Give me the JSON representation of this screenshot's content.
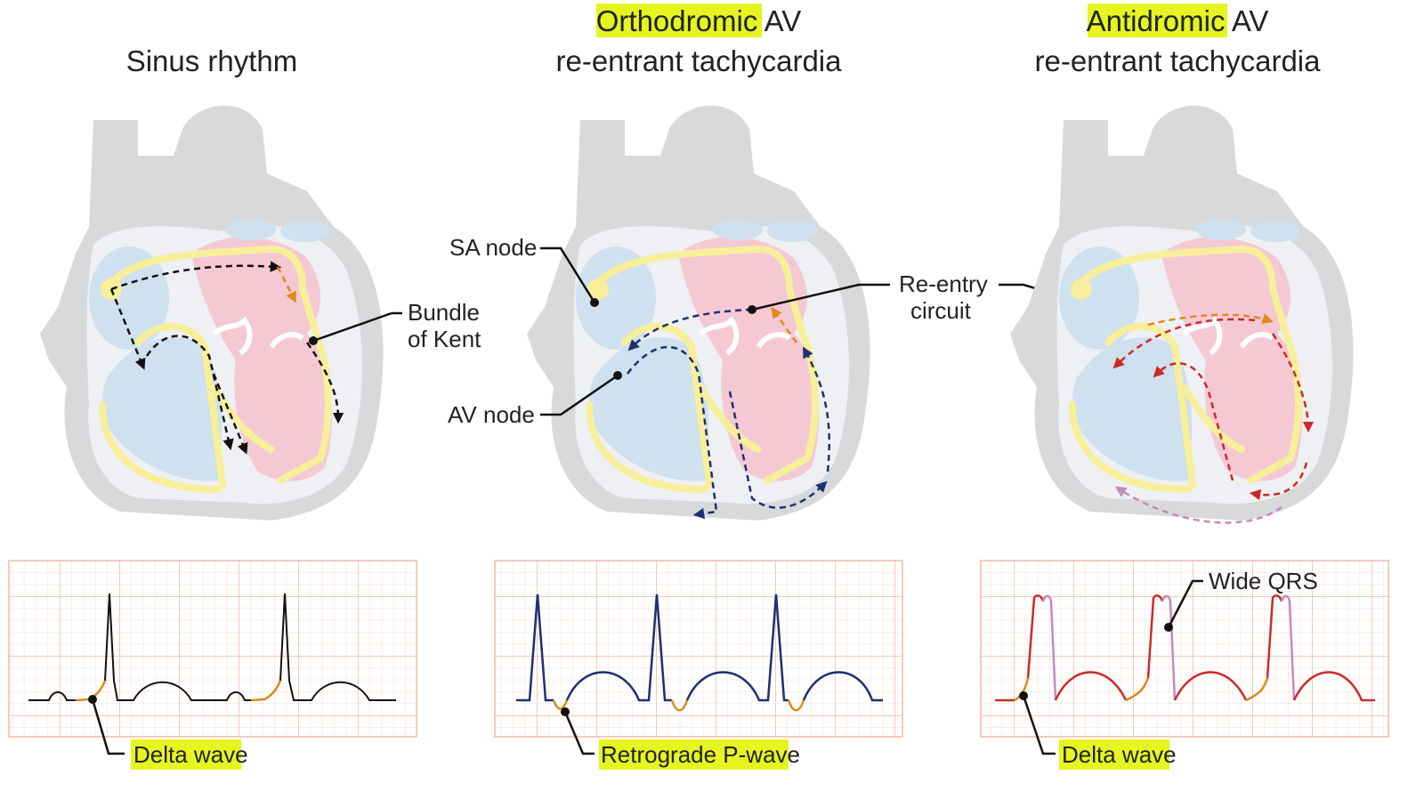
{
  "colors": {
    "heart_gray": "#d8d9da",
    "atrium_blue": "#cfe0ef",
    "ventricle_pink": "#f4c9d4",
    "conduction_yellow": "#f7ef9a",
    "highlight": "#e6f51f",
    "grid_line": "#f3b9a3",
    "ecg_black": "#111111",
    "ecg_blue": "#1f2f72",
    "ecg_red": "#cc2a2a",
    "ecg_orange": "#d98a1e",
    "ecg_purple": "#c48bbd"
  },
  "panels": [
    {
      "title_line1": "Sinus rhythm",
      "title_line2": "",
      "highlight_word": "",
      "pathway": "black dashed arrows",
      "labels": [
        "Bundle",
        "of Kent"
      ],
      "ecg_label": "Delta wave"
    },
    {
      "title_highlight": "Orthodromic",
      "title_rest": " AV",
      "title_line2": "re-entrant tachycardia",
      "pathway": "blue dashed arrows",
      "labels_left": [
        "SA node",
        "AV node"
      ],
      "ecg_label": "Retrograde P-wave"
    },
    {
      "title_highlight": "Antidromic",
      "title_rest": " AV",
      "title_line2": "re-entrant tachycardia",
      "pathway": "red dashed arrows",
      "ecg_top_label": "Wide QRS",
      "ecg_label": "Delta wave"
    }
  ],
  "center_labels": [
    "Re-entry",
    "circuit"
  ],
  "icons": [
    "heart-diagram",
    "ecg-strip"
  ]
}
